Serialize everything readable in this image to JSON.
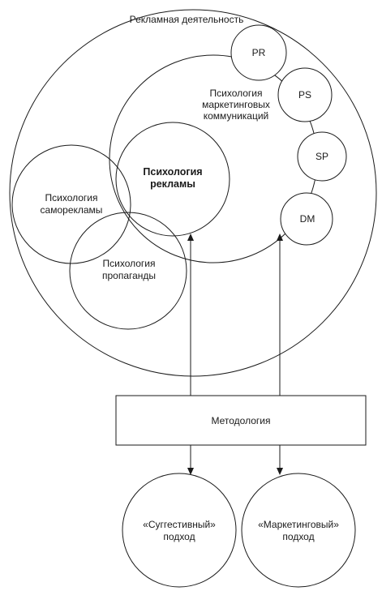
{
  "labels": {
    "outer": "Рекламная деятельность",
    "marketing_line1": "Психология",
    "marketing_line2": "маркетинговых",
    "marketing_line3": "коммуникаций",
    "advertising_line1": "Психология",
    "advertising_line2": "рекламы",
    "selfad_line1": "Психология",
    "selfad_line2": "саморекламы",
    "propaganda_line1": "Психология",
    "propaganda_line2": "пропаганды",
    "pr": "PR",
    "ps": "PS",
    "sp": "SP",
    "dm": "DM",
    "methodology": "Методология",
    "suggestive_line1": "«Суггестивный»",
    "suggestive_line2": "подход",
    "marketing_approach_line1": "«Маркетинговый»",
    "marketing_approach_line2": "подход"
  }
}
